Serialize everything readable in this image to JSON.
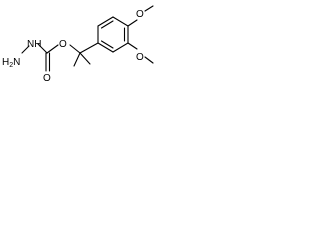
{
  "molecule": {
    "atoms": {
      "nh": "NH",
      "h2n": "H2N",
      "o_ester": "O",
      "o_carbonyl": "O",
      "o_methoxy_top": "O",
      "o_methoxy_bottom": "O"
    },
    "colors": {
      "bond": "#000000",
      "label": "#000000",
      "background": "#ffffff"
    }
  }
}
